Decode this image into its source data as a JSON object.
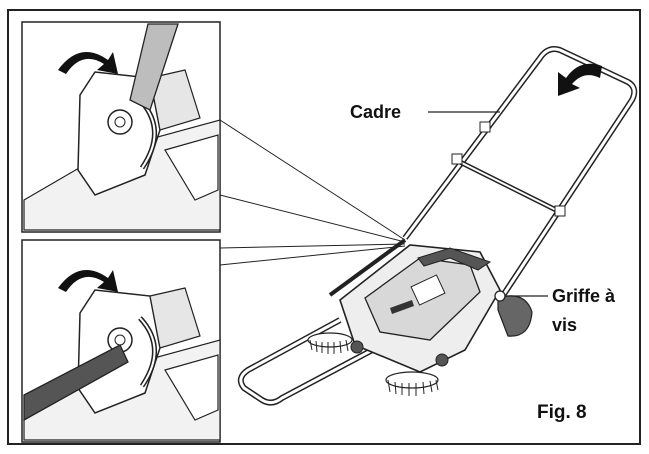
{
  "labels": {
    "frame": "Cadre",
    "clamp_line1": "Griffe à",
    "clamp_line2": "vis",
    "figure": "Fig. 8"
  },
  "icons": [
    "curved-arrow-icon",
    "curved-arrow-icon",
    "curved-arrow-icon"
  ],
  "colors": {
    "line": "#222222",
    "fill": "#ffffff",
    "shade": "#d8d8d8",
    "dark_shade": "#555555"
  }
}
